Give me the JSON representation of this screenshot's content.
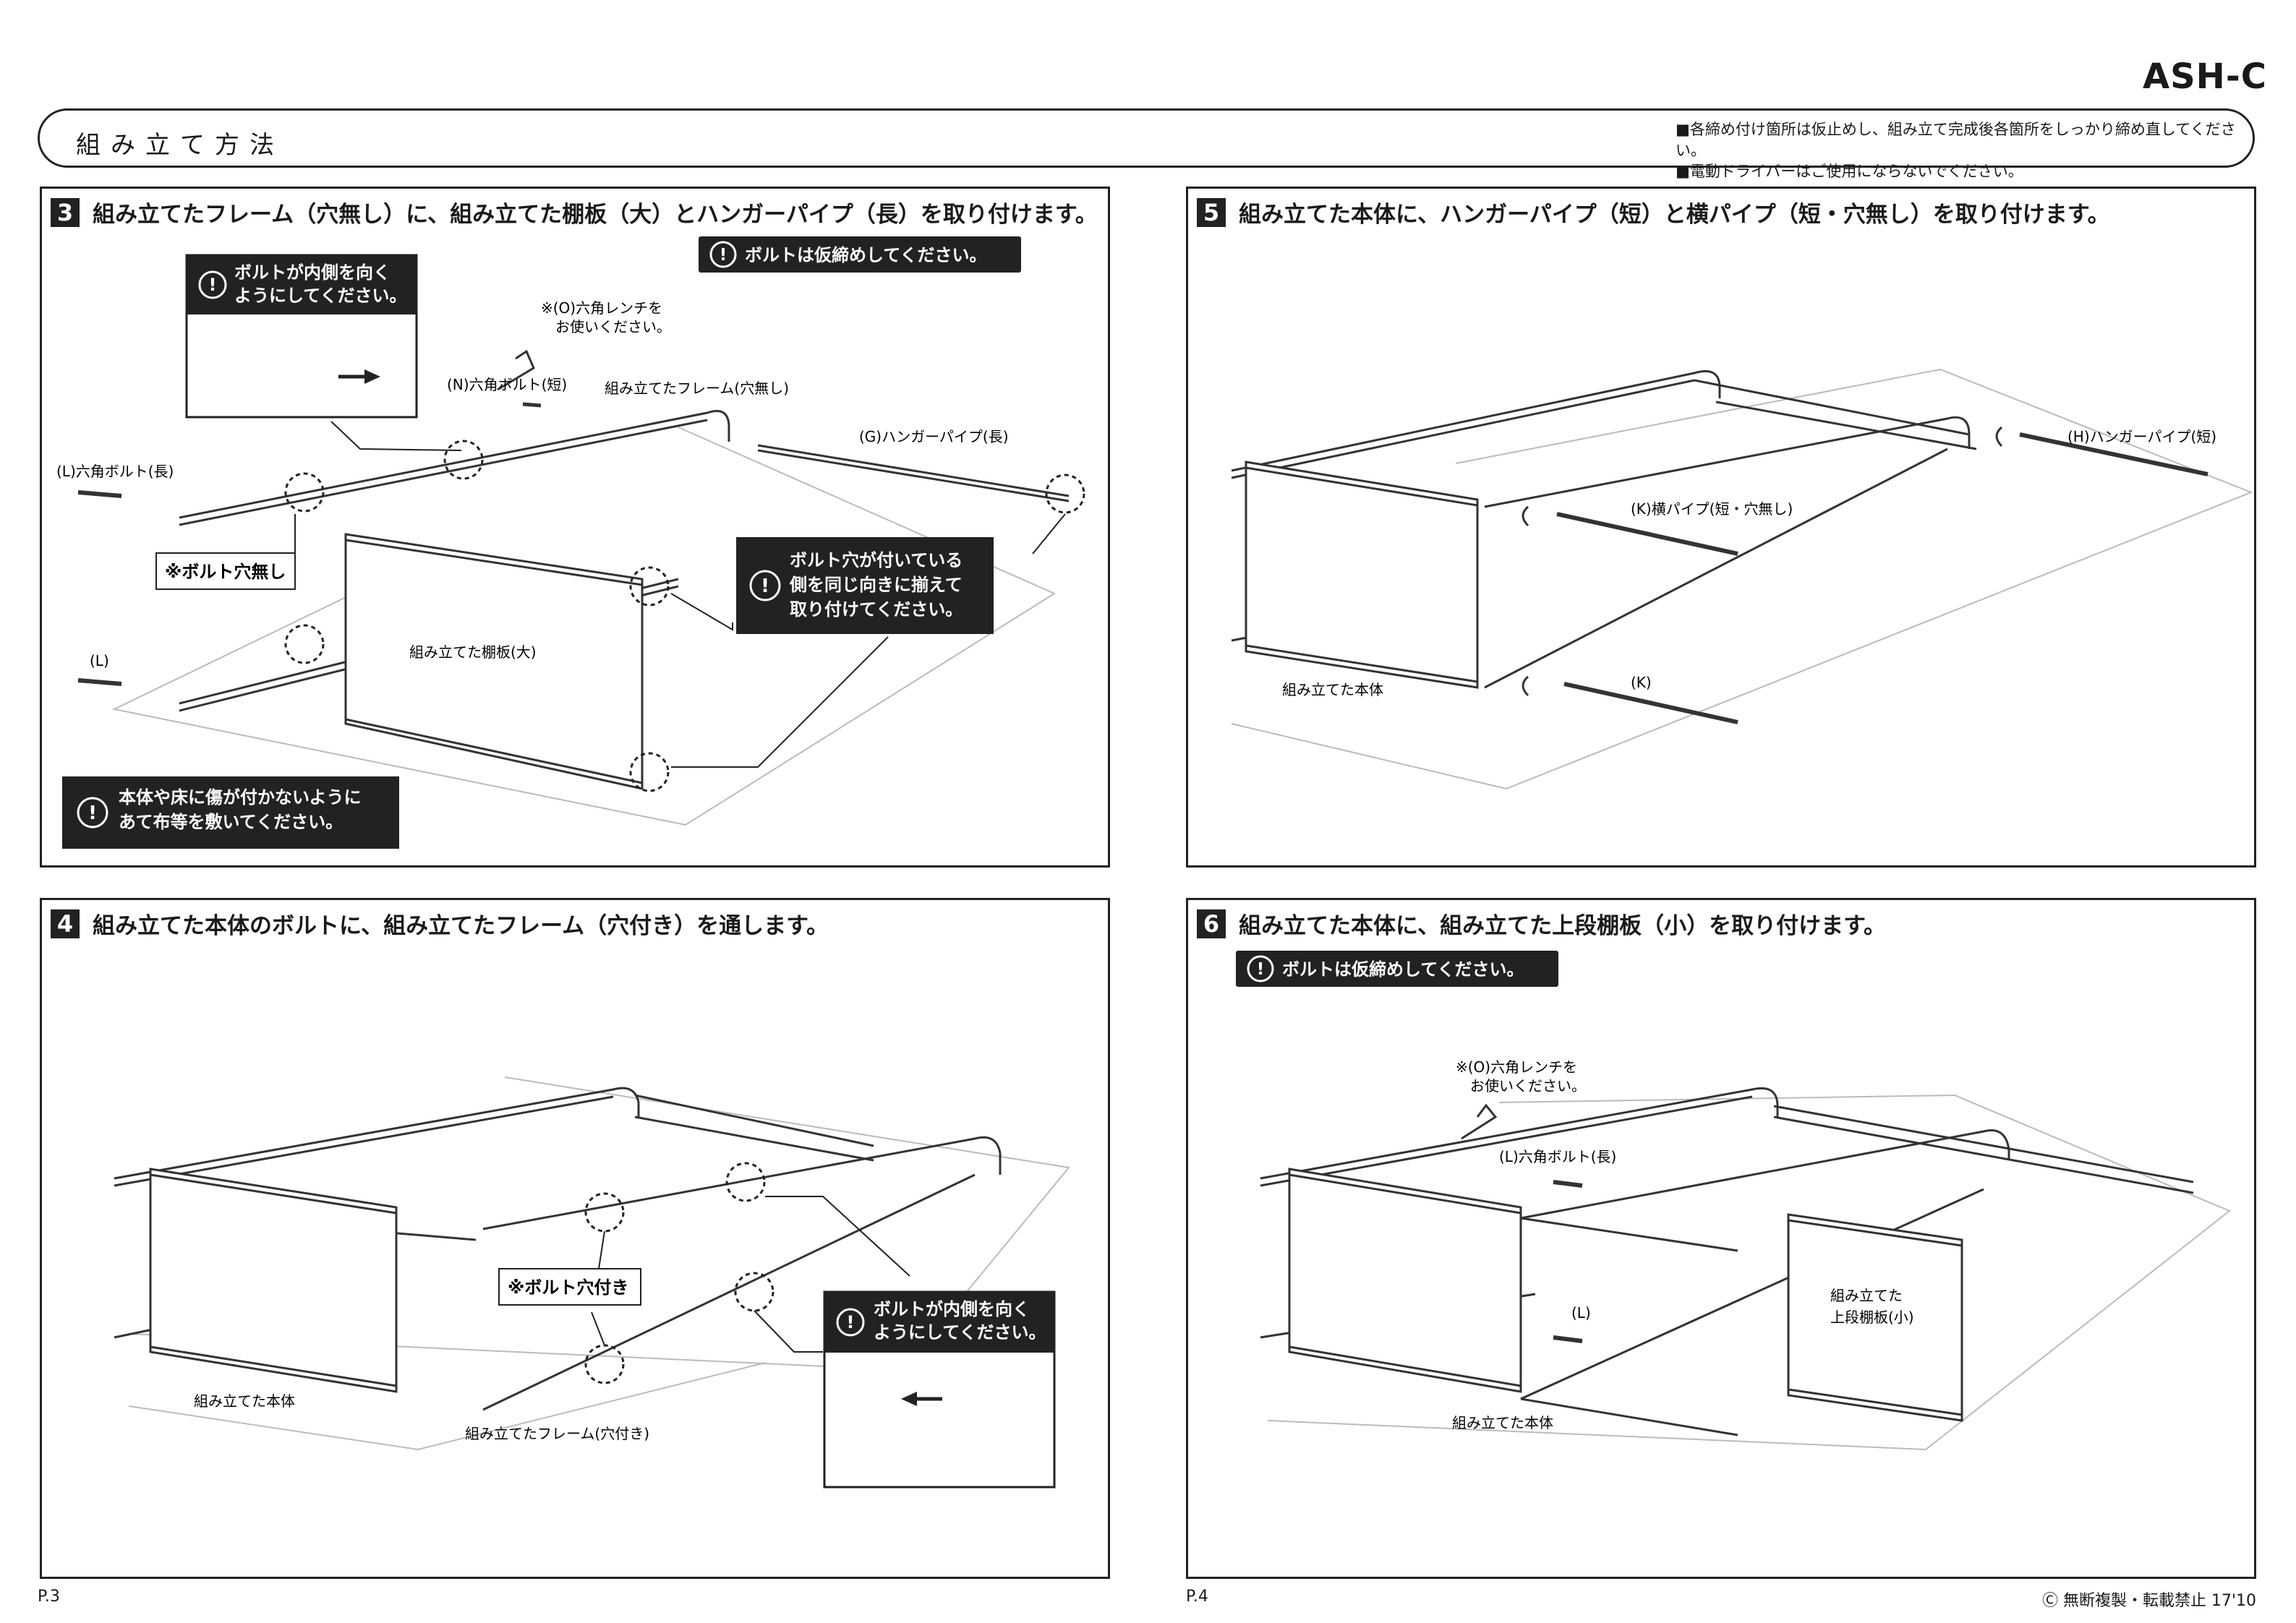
{
  "model": "ASH-C",
  "header": {
    "title": "組み立て方法",
    "notes": [
      "■各締め付け箇所は仮止めし、組み立て完成後各箇所をしっかり締め直してください。",
      "■電動ドライバーはご使用にならないでください。"
    ]
  },
  "steps": {
    "s3": {
      "num": "3",
      "title": "組み立てたフレーム（穴無し）に、組み立てた棚板（大）とハンガーパイプ（長）を取り付けます。",
      "note_temp": "ボルトは仮締めしてください。",
      "note_inner_1": "ボルトが内側を向く",
      "note_inner_2": "ようにしてください。",
      "note_align_1": "ボルト穴が付いている",
      "note_align_2": "側を同じ向きに揃えて",
      "note_align_3": "取り付けてください。",
      "note_floor_1": "本体や床に傷が付かないように",
      "note_floor_2": "あて布等を敷いてください。",
      "label_nohole": "※ボルト穴無し",
      "label_wrench_1": "※(O)六角レンチを",
      "label_wrench_2": "お使いください。",
      "label_bolt_short": "(N)六角ボルト(短)",
      "label_frame": "組み立てたフレーム(穴無し)",
      "label_hanger": "(G)ハンガーパイプ(長)",
      "label_bolt_long": "(L)六角ボルト(長)",
      "label_l": "(L)",
      "label_shelf": "組み立てた棚板(大)"
    },
    "s4": {
      "num": "4",
      "title": "組み立てた本体のボルトに、組み立てたフレーム（穴付き）を通します。",
      "label_withhole": "※ボルト穴付き",
      "note_inner_1": "ボルトが内側を向く",
      "note_inner_2": "ようにしてください。",
      "label_body": "組み立てた本体",
      "label_frame": "組み立てたフレーム(穴付き)"
    },
    "s5": {
      "num": "5",
      "title": "組み立てた本体に、ハンガーパイプ（短）と横パイプ（短・穴無し）を取り付けます。",
      "label_hanger": "(H)ハンガーパイプ(短)",
      "label_pipe": "(K)横パイプ(短・穴無し)",
      "label_k": "(K)",
      "label_body": "組み立てた本体"
    },
    "s6": {
      "num": "6",
      "title": "組み立てた本体に、組み立てた上段棚板（小）を取り付けます。",
      "note_temp": "ボルトは仮締めしてください。",
      "label_wrench_1": "※(O)六角レンチを",
      "label_wrench_2": "お使いください。",
      "label_bolt_long": "(L)六角ボルト(長)",
      "label_l": "(L)",
      "label_shelf_1": "組み立てた",
      "label_shelf_2": "上段棚板(小)",
      "label_body": "組み立てた本体"
    }
  },
  "footer": {
    "left": "P.3",
    "mid": "P.4",
    "right": "Ⓒ 無断複製・転載禁止 17'10"
  }
}
